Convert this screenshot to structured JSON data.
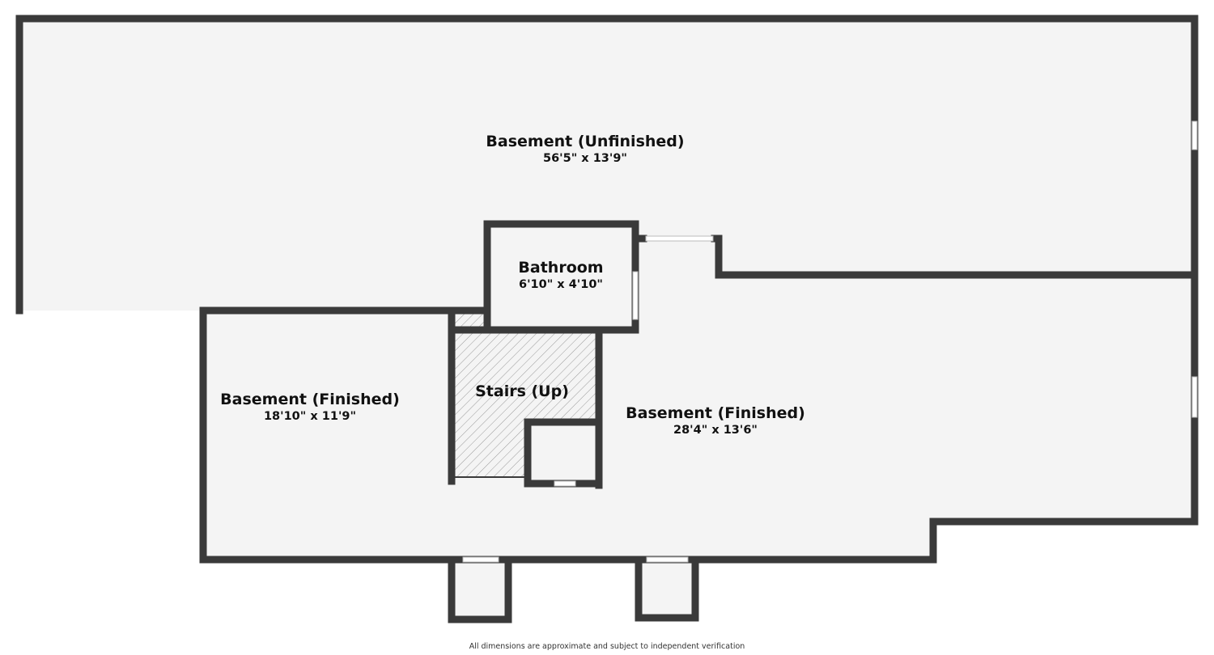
{
  "rooms": [
    {
      "name": "Basement (Unfinished)",
      "dimensions": "56'5\" x 13'9\""
    },
    {
      "name": "Bathroom",
      "dimensions": "6'10\" x 4'10\""
    },
    {
      "name": "Stairs (Up)"
    },
    {
      "name": "Basement (Finished)",
      "dimensions": "18'10\" x 11'9\""
    },
    {
      "name": "Basement (Finished)",
      "dimensions": "28'4\" x 13'6\""
    }
  ],
  "footer": "All dimensions are approximate and subject to independent verification",
  "colors": {
    "wall": "#3a3a3a",
    "floor": "#f4f4f4",
    "window": "#ffffff"
  }
}
